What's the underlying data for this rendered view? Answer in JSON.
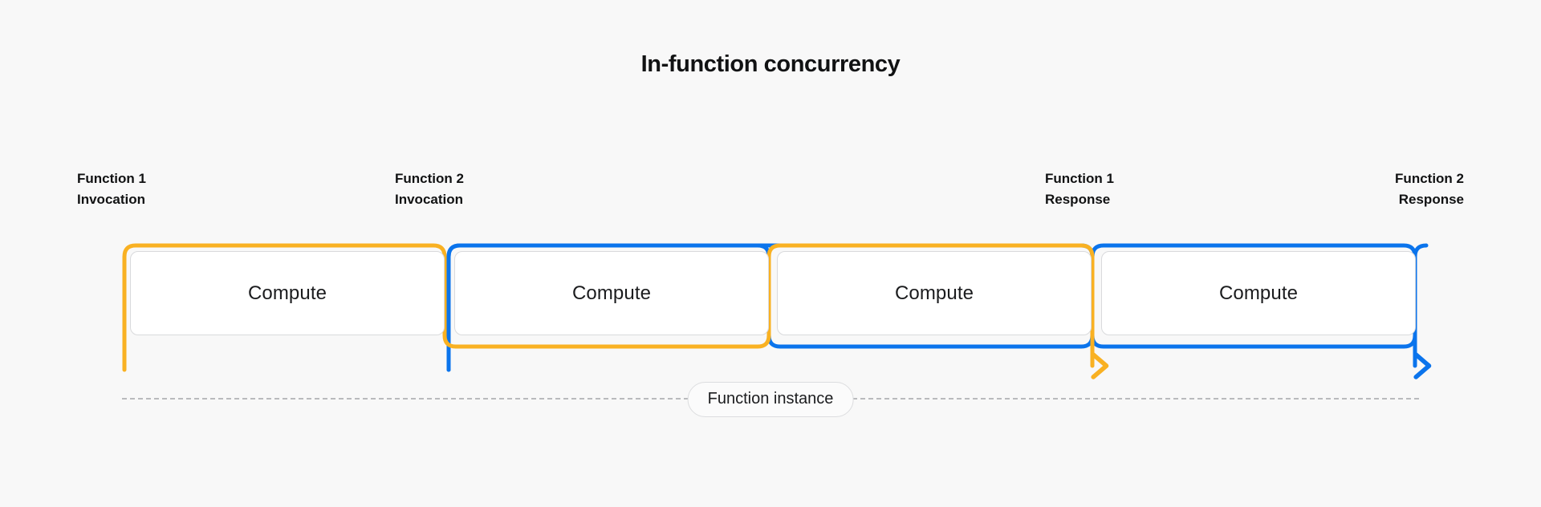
{
  "diagram": {
    "title": "In-function concurrency",
    "background_color": "#f8f8f8",
    "colors": {
      "function_1": "#f9b122",
      "function_2": "#0b74ec",
      "box_border": "#d9dadc",
      "box_fill": "#ffffff",
      "text": "#111213",
      "dashed_line": "#b9babd"
    },
    "labels": [
      {
        "line1": "Function 1",
        "line2": "Invocation",
        "align": "left",
        "series": "function_1"
      },
      {
        "line1": "Function 2",
        "line2": "Invocation",
        "align": "left",
        "series": "function_2"
      },
      {
        "line1": "Function 1",
        "line2": "Response",
        "align": "left",
        "series": "function_1"
      },
      {
        "line1": "Function 2",
        "line2": "Response",
        "align": "right",
        "series": "function_2"
      }
    ],
    "compute_blocks": [
      {
        "label": "Compute",
        "owner": "function_1"
      },
      {
        "label": "Compute",
        "owner": "function_2"
      },
      {
        "label": "Compute",
        "owner": "function_1"
      },
      {
        "label": "Compute",
        "owner": "function_2"
      }
    ],
    "instance_pill": "Function instance",
    "flows": [
      {
        "series": "function_1",
        "color": "#f9b122",
        "description": "Function 1 invocation enters at left, runs Compute 1 on top rail, drops to bottom rail under Compute 2, rises over Compute 3, then exits downward as Function 1 Response.",
        "arrow_end": "down"
      },
      {
        "series": "function_2",
        "color": "#0b74ec",
        "description": "Function 2 invocation enters beneath Compute 1, runs Compute 2 on top rail, drops to bottom rail under Compute 3, rises over Compute 4, then exits downward as Function 2 Response.",
        "arrow_end": "down"
      }
    ]
  }
}
